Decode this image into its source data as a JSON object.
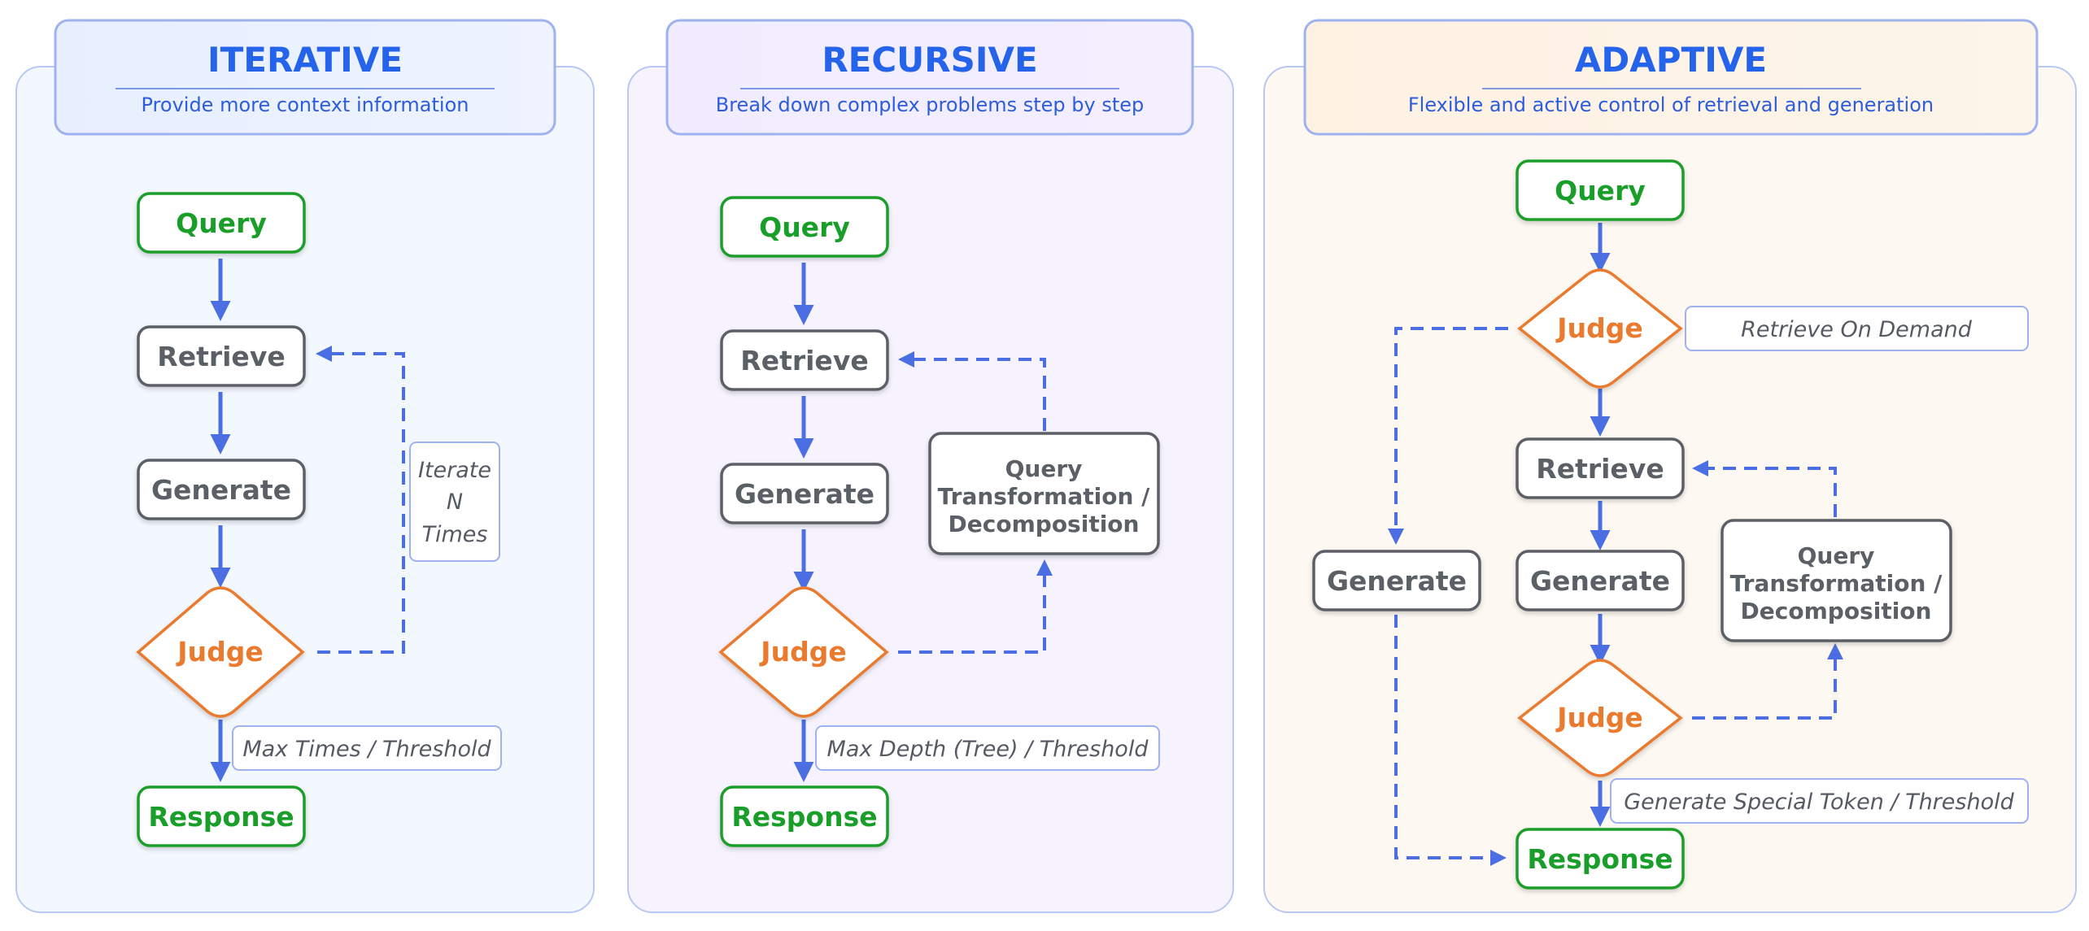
{
  "panels": [
    {
      "title": "ITERATIVE",
      "subtitle": "Provide more context information",
      "nodes": {
        "query": "Query",
        "retrieve": "Retrieve",
        "generate": "Generate",
        "judge": "Judge",
        "response": "Response"
      },
      "notes": {
        "loop": [
          "Iterate",
          "N",
          "Times"
        ],
        "stop": "Max Times / Threshold"
      }
    },
    {
      "title": "RECURSIVE",
      "subtitle": "Break down complex problems step by step",
      "nodes": {
        "query": "Query",
        "retrieve": "Retrieve",
        "generate": "Generate",
        "judge": "Judge",
        "response": "Response",
        "transform": [
          "Query",
          "Transformation /",
          "Decomposition"
        ]
      },
      "notes": {
        "stop": "Max Depth (Tree) / Threshold"
      }
    },
    {
      "title": "ADAPTIVE",
      "subtitle": "Flexible and  active control of retrieval and generation",
      "nodes": {
        "query": "Query",
        "judge_top": "Judge",
        "retrieve": "Retrieve",
        "generate_left": "Generate",
        "generate": "Generate",
        "judge": "Judge",
        "response": "Response",
        "transform": [
          "Query",
          "Transformation /",
          "Decomposition"
        ]
      },
      "notes": {
        "demand": "Retrieve On  Demand",
        "stop": "Generate Special Token / Threshold"
      }
    }
  ],
  "colors": {
    "accent_blue": "#4b6fe3",
    "query_green": "#1a9e2a",
    "judge_orange": "#e97a2e",
    "node_gray": "#5b5f66",
    "note_border": "#9fb2ef"
  }
}
